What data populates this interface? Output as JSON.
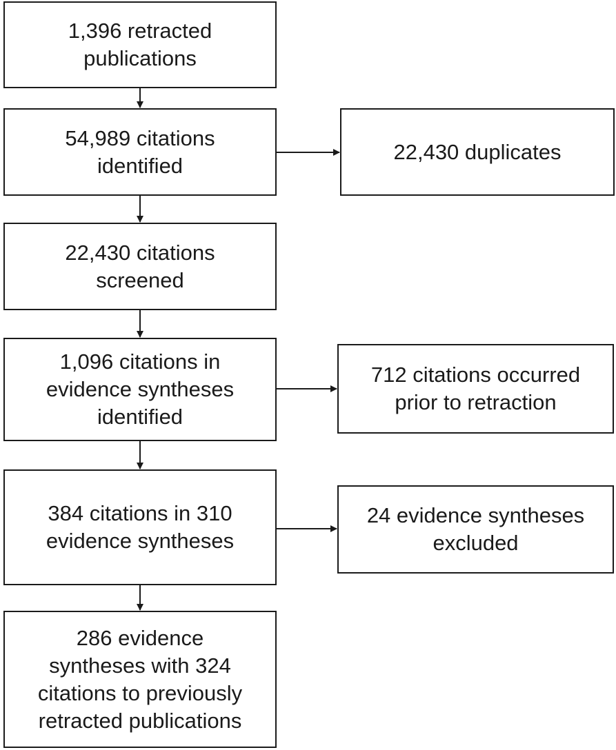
{
  "flow": {
    "main": [
      "1,396 retracted\npublications",
      "54,989 citations\nidentified",
      "22,430 citations\nscreened",
      "1,096 citations in\nevidence syntheses\nidentified",
      "384 citations in 310\nevidence syntheses",
      "286 evidence\nsyntheses with 324\ncitations to previously\nretracted publications"
    ],
    "side": [
      "22,430 duplicates",
      "712 citations occurred\nprior to retraction",
      "24 evidence syntheses\nexcluded"
    ]
  }
}
